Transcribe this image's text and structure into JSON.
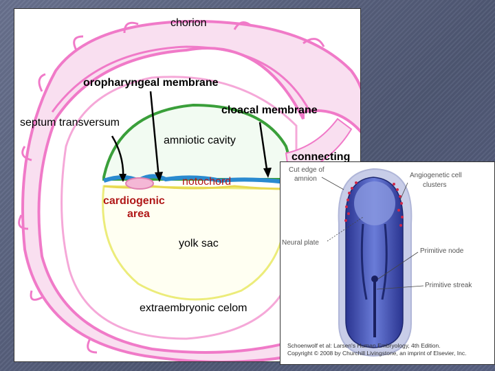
{
  "labels": {
    "chorion": "chorion",
    "oropharyngeal_membrane": "oropharyngeal membrane",
    "cloacal_membrane": "cloacal membrane",
    "septum_transversum": "septum transversum",
    "amniotic_cavity": "amniotic cavity",
    "connecting_stalk": "connecting",
    "notochord": "notochord",
    "cardiogenic_area_line1": "cardiogenic",
    "cardiogenic_area_line2": "area",
    "yolk_sac": "yolk sac",
    "extraembryonic_celom": "extraembryonic celom"
  },
  "inset": {
    "cut_edge_line1": "Cut edge of",
    "cut_edge_line2": "amnion",
    "angiogenetic_line1": "Angiogenetic cell",
    "angiogenetic_line2": "clusters",
    "neural_plate": "Neural plate",
    "primitive_node": "Primitive node",
    "primitive_streak": "Primitive streak",
    "credit_line1": "Schoenwolf et al: Larsen's Human Embryology, 4th Edition.",
    "credit_line2": "Copyright © 2008 by Churchill Livingstone, an imprint of Elsevier, Inc."
  },
  "colors": {
    "chorion": "#f07ac8",
    "amnion": "#3a9f3a",
    "yolk_sac": "#ecec7a",
    "ectoderm": "#2a8ad0",
    "cardiogenic": "#e080b0",
    "embryo_blue": "#3a4aa8"
  }
}
